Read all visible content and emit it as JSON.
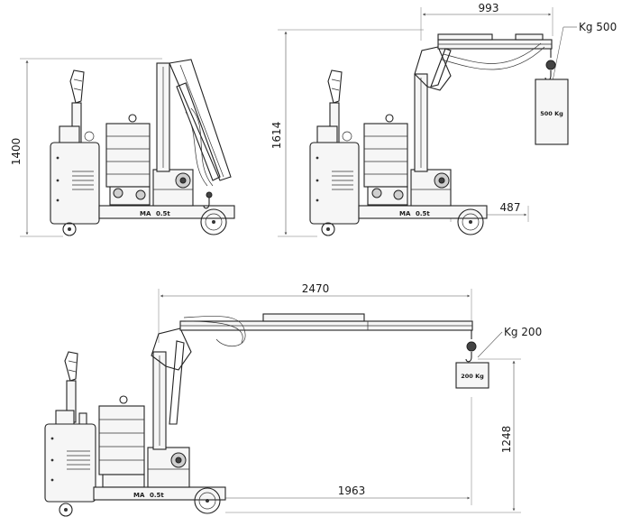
{
  "views": {
    "stowed": {
      "height_label": "1400"
    },
    "raised": {
      "reach_label": "993",
      "height_label": "1614",
      "overhang_label": "487",
      "capacity_label": "Kg 500",
      "load_label": "500 Kg"
    },
    "extended": {
      "reach_label": "2470",
      "hook_height_label": "1248",
      "ground_reach_label": "1963",
      "capacity_label": "Kg 200",
      "load_label": "200 Kg"
    }
  },
  "brand": {
    "model": "0.5t"
  }
}
